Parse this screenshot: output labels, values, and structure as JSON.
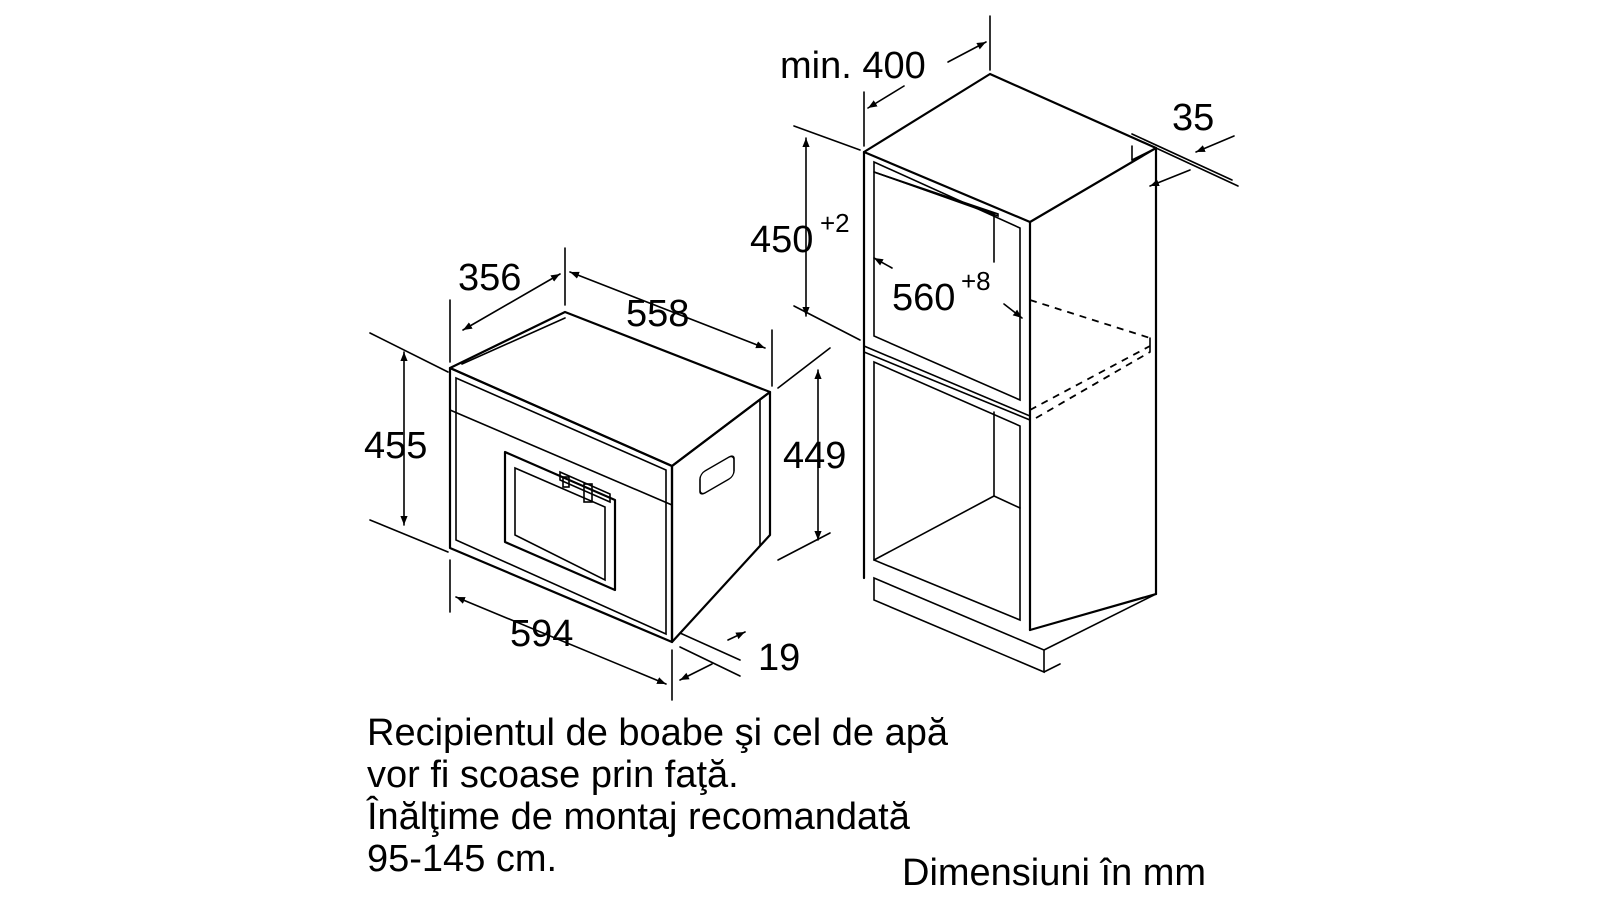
{
  "dimensions": {
    "min_width": "min. 400",
    "depth_356": "356",
    "width_558": "558",
    "height_455": "455",
    "height_449": "449",
    "width_594": "594",
    "offset_19": "19",
    "height_450": "450",
    "height_450_tol": "+2",
    "width_560": "560",
    "width_560_tol": "+8",
    "depth_35": "35"
  },
  "notes": {
    "line1": "Recipientul de boabe şi cel de apă",
    "line2": "vor fi scoase prin faţă.",
    "line3": "Înălţime de montaj recomandată",
    "line4": "95-145 cm."
  },
  "units_label": "Dimensiuni în mm"
}
